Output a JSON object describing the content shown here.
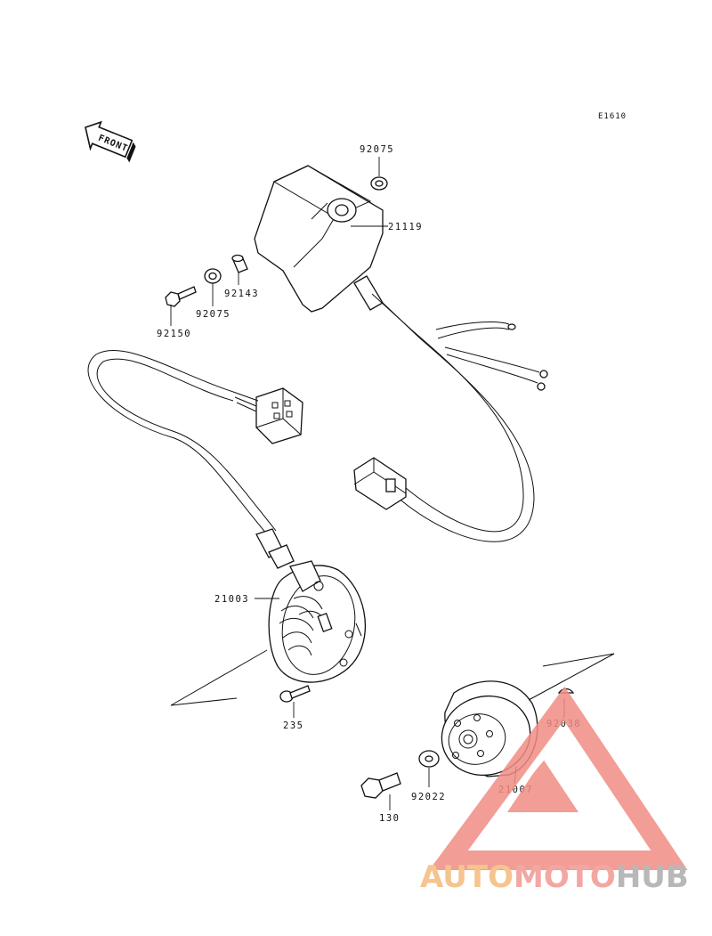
{
  "diagram_code": "E1610",
  "front_label": "FRONT",
  "parts": {
    "p92075_top": "92075",
    "p21119": "21119",
    "p92143": "92143",
    "p92075_left": "92075",
    "p92150": "92150",
    "p21003": "21003",
    "p235": "235",
    "p92038": "92038",
    "p21007": "21007",
    "p92022": "92022",
    "p130": "130"
  },
  "watermark": {
    "part1": "AUTO",
    "part2": "MOTO",
    "part3": "HUB",
    "colors": {
      "auto": "#f6c48e",
      "moto": "#f3a7a2",
      "hub": "#b8b8b8",
      "triangle": "#f08c84"
    }
  }
}
